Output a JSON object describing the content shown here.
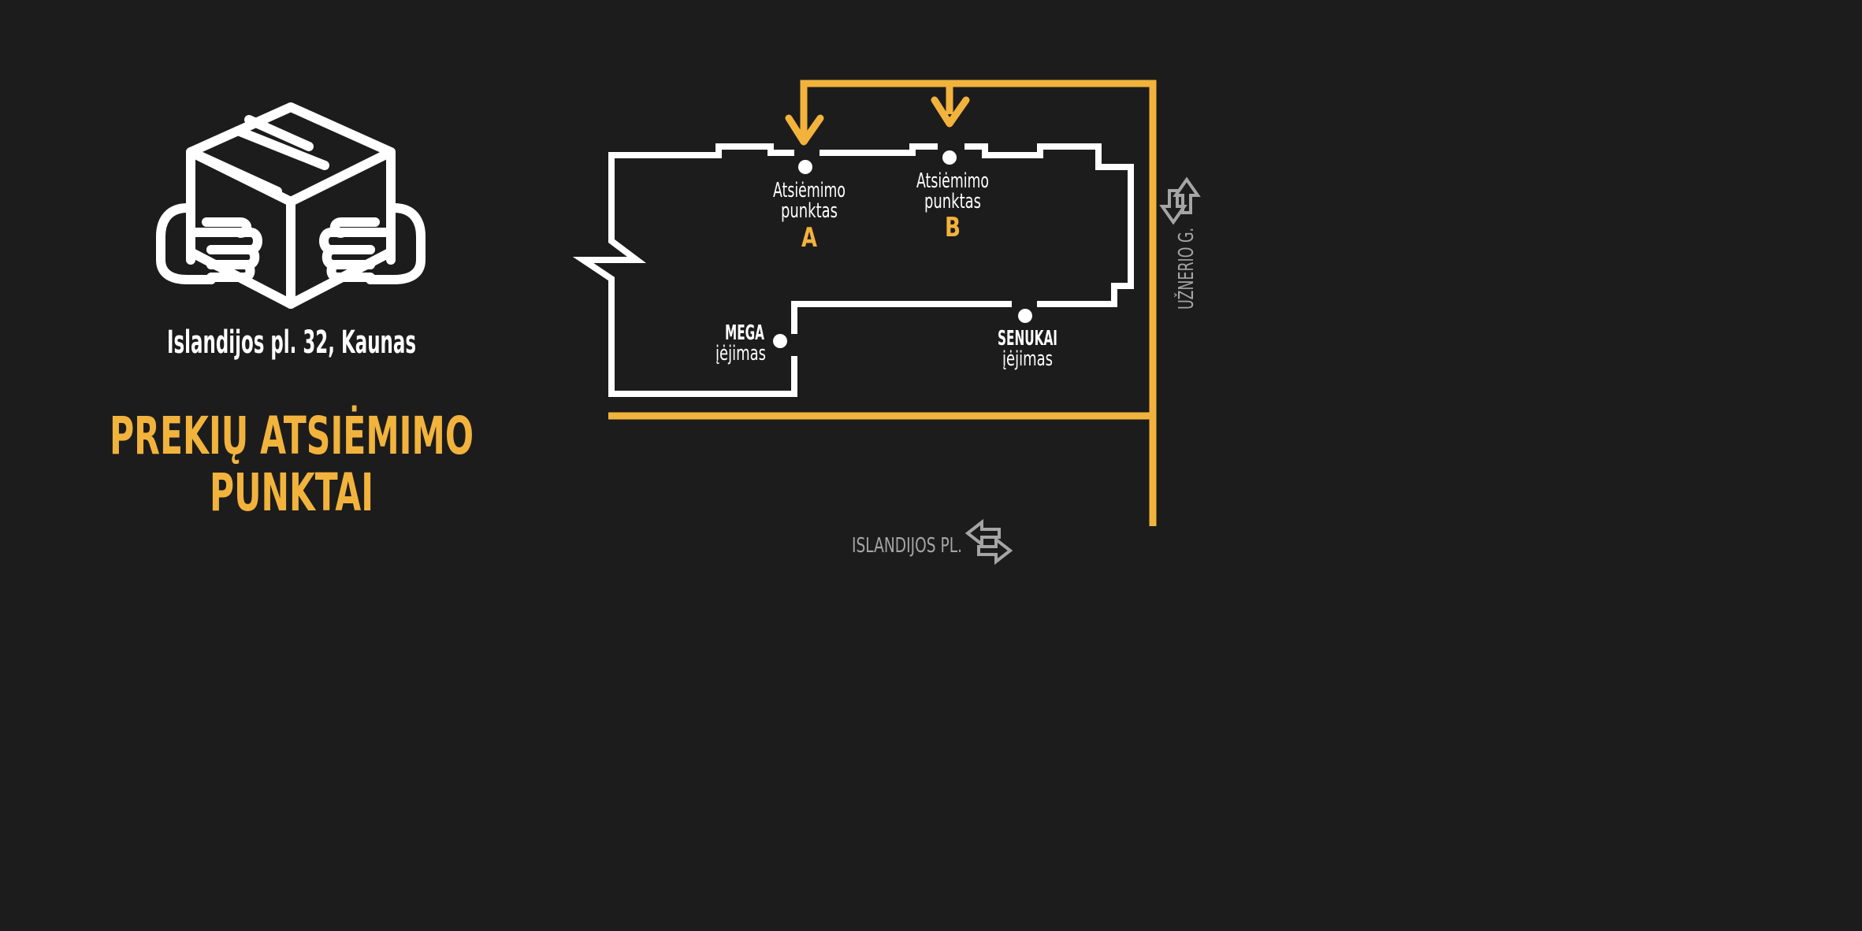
{
  "address": "Islandijos pl. 32, Kaunas",
  "title": {
    "line1": "PREKIŲ ATSIĖMIMO",
    "line2": "PUNKTAI"
  },
  "pickup_points": [
    {
      "line1": "Atsiėmimo",
      "line2": "punktas",
      "letter": "A"
    },
    {
      "line1": "Atsiėmimo",
      "line2": "punktas",
      "letter": "B"
    }
  ],
  "entrances": [
    {
      "name": "MEGA",
      "label": "įėjimas"
    },
    {
      "name": "SENUKAI",
      "label": "įėjimas"
    }
  ],
  "streets": {
    "side": "UŽNERIO G.",
    "main": "ISLANDIJOS PL."
  },
  "icons": {
    "box_hands": "box-with-hands-icon",
    "two_way": "two-way-arrows-icon",
    "down_arrow": "down-arrow-icon"
  },
  "colors": {
    "background": "#1c1c1c",
    "accent": "#f2b33d",
    "building": "#ffffff",
    "street_label": "#a5a5a5"
  }
}
